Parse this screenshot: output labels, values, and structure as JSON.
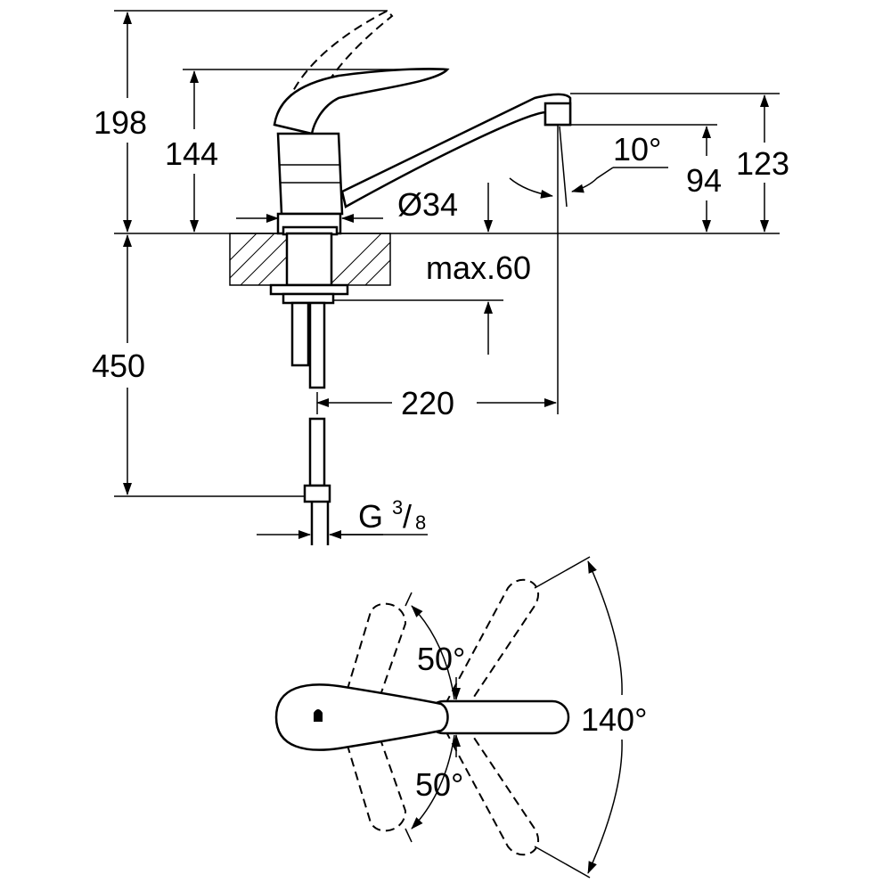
{
  "drawing": {
    "side_view": {
      "total_height": "198",
      "lever_height": "144",
      "spout_height": "123",
      "outlet_height": "94",
      "spout_angle": "10°",
      "base_diameter": "Ø34",
      "max_counter_thickness": "max.60",
      "hose_length": "450",
      "spout_reach": "220",
      "connection_prefix": "G",
      "connection_num": "3",
      "connection_den": "8"
    },
    "top_view": {
      "left_rotation": "50°",
      "right_rotation": "50°",
      "spout_swivel": "140°"
    }
  }
}
